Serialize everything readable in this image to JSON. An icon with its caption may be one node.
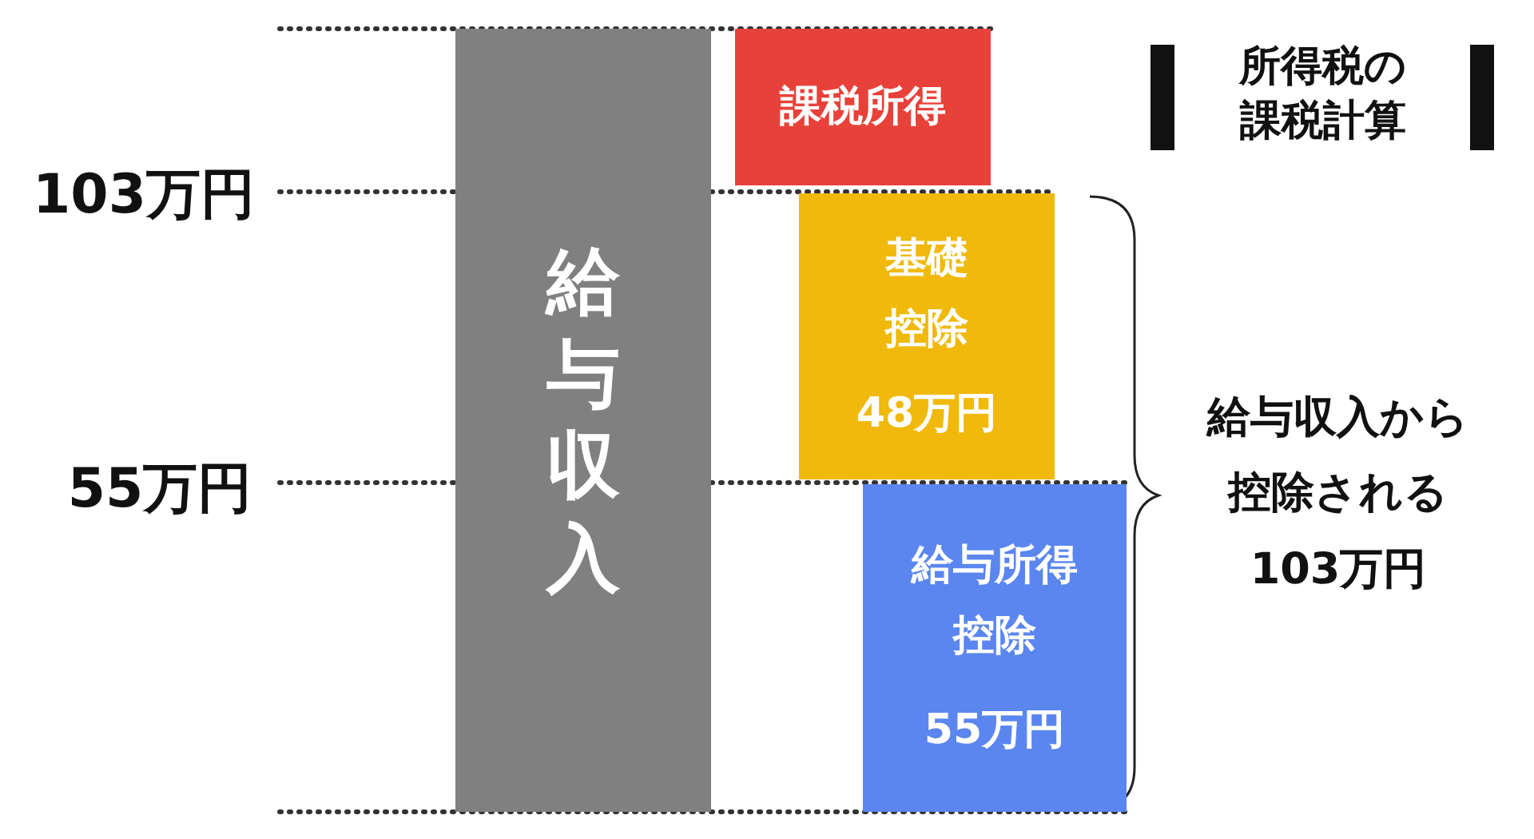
{
  "diagram": {
    "title": "所得税の課税計算",
    "nodes": [
      {
        "text": [
          "給与収入"
        ]
      },
      {
        "text": [
          "課税所得"
        ]
      },
      {
        "text": [
          "基礎控除",
          "48万円"
        ]
      },
      {
        "text": [
          "給与所得控除",
          "55万円"
        ]
      }
    ],
    "labels": [
      "103万円",
      "給与収入から控除される103万円",
      "55万円"
    ]
  }
}
